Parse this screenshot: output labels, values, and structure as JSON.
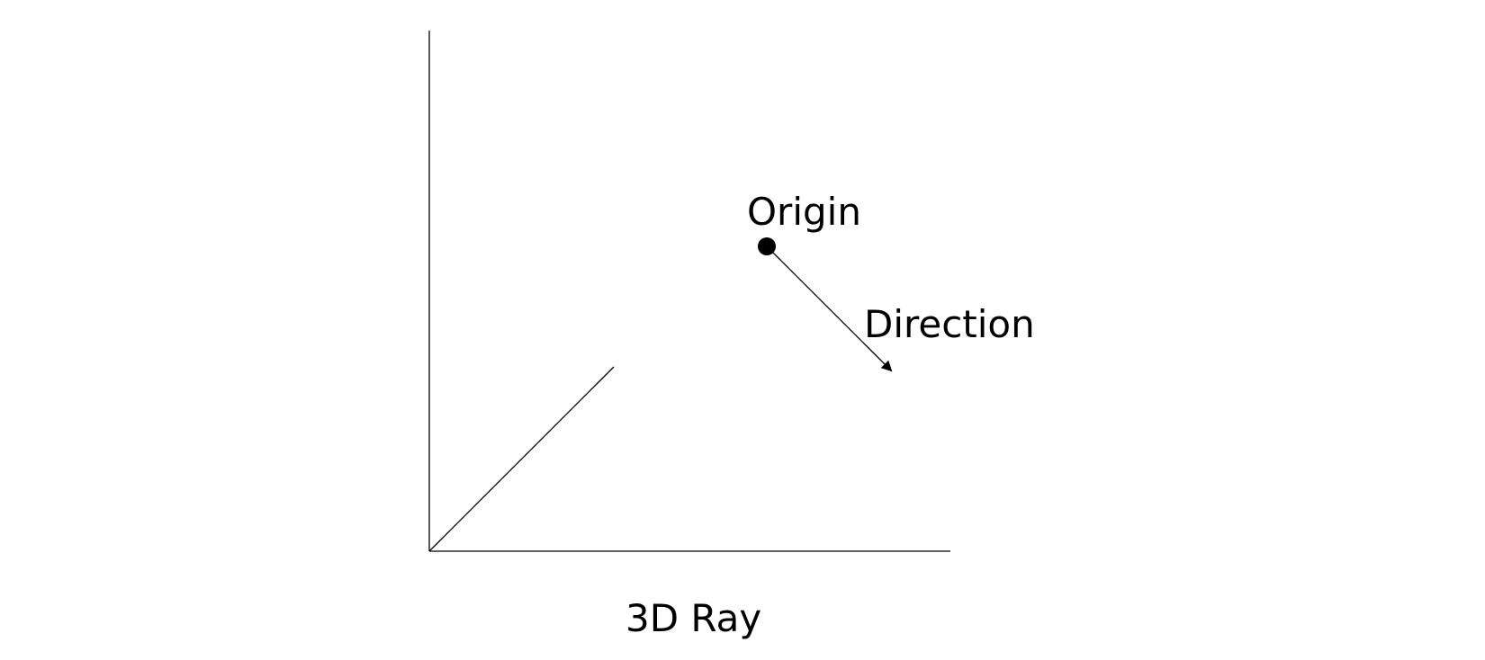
{
  "diagram": {
    "caption": "3D Ray",
    "origin_label": "Origin",
    "direction_label": "Direction",
    "colors": {
      "stroke": "#000000",
      "background": "#ffffff"
    }
  }
}
